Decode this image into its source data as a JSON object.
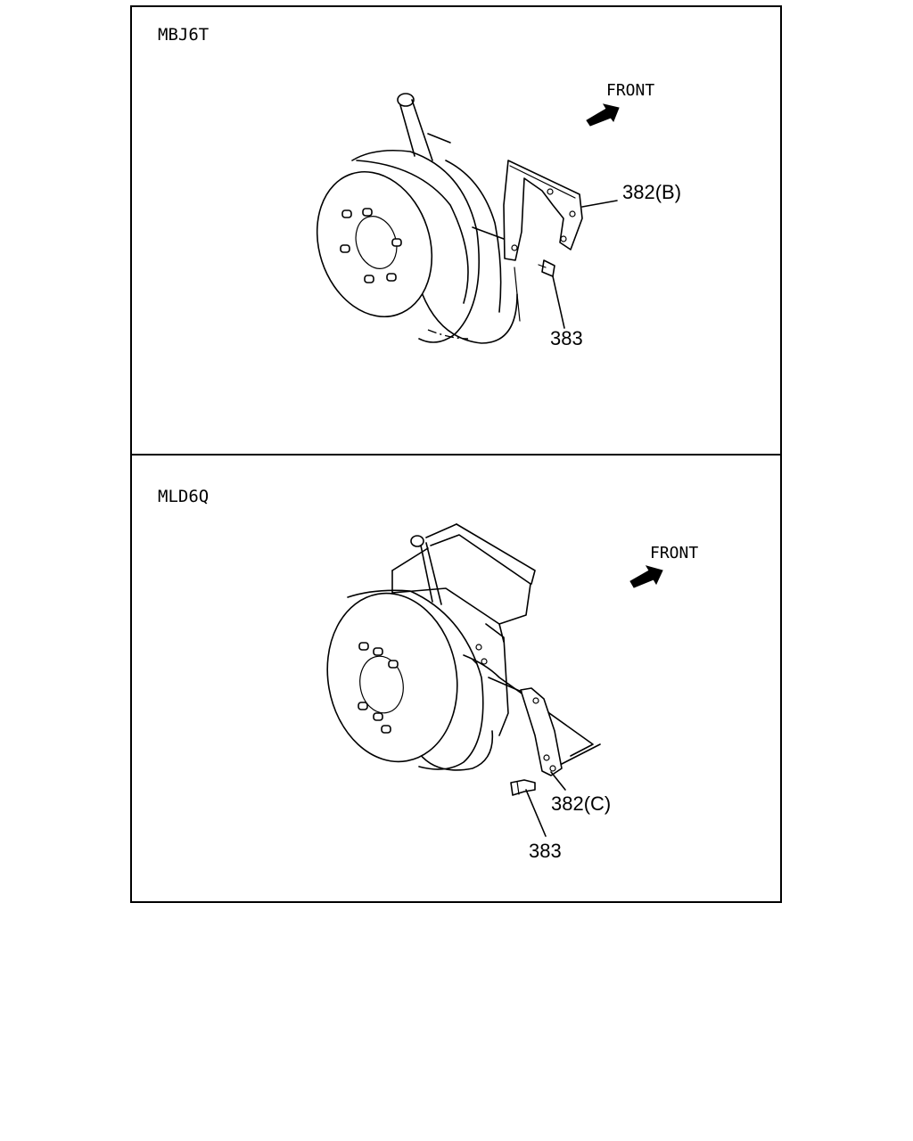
{
  "panels": [
    {
      "model_code": "MBJ6T",
      "front_label": "FRONT",
      "callouts": [
        {
          "part_number": "382(B)",
          "name": "bracket"
        },
        {
          "part_number": "383",
          "name": "bolt"
        }
      ]
    },
    {
      "model_code": "MLD6Q",
      "front_label": "FRONT",
      "callouts": [
        {
          "part_number": "382(C)",
          "name": "bracket"
        },
        {
          "part_number": "383",
          "name": "bolt"
        }
      ]
    }
  ]
}
